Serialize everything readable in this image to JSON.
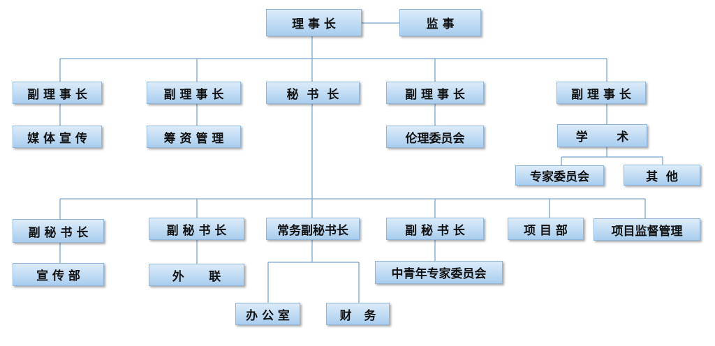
{
  "org_chart": {
    "chairman": "理 事 长",
    "supervisor": "监 事",
    "vice_chairman_1": "副 理 事 长",
    "media": "媒 体 宣 传",
    "vice_chairman_2": "副 理 事 长",
    "fundraising": "筹 资 管 理",
    "secretary_general": "秘  书  长",
    "vice_chairman_3": "副 理 事 长",
    "ethics_committee": "伦理委员会",
    "vice_chairman_4": "副 理 事 长",
    "academic": "学       术",
    "expert_committee": "专家委员会",
    "other": "其  他",
    "deputy_sg_1": "副 秘 书 长",
    "publicity_dept": "宣 传 部",
    "deputy_sg_2": "副 秘 书 长",
    "external_liaison": "外      联",
    "executive_deputy_sg": "常务副秘书长",
    "office": "办 公 室",
    "finance": "财   务",
    "deputy_sg_3": "副 秘 书 长",
    "young_expert_committee": "中青年专家委员会",
    "project_dept": "项 目 部",
    "project_supervision": "项目监督管理"
  }
}
